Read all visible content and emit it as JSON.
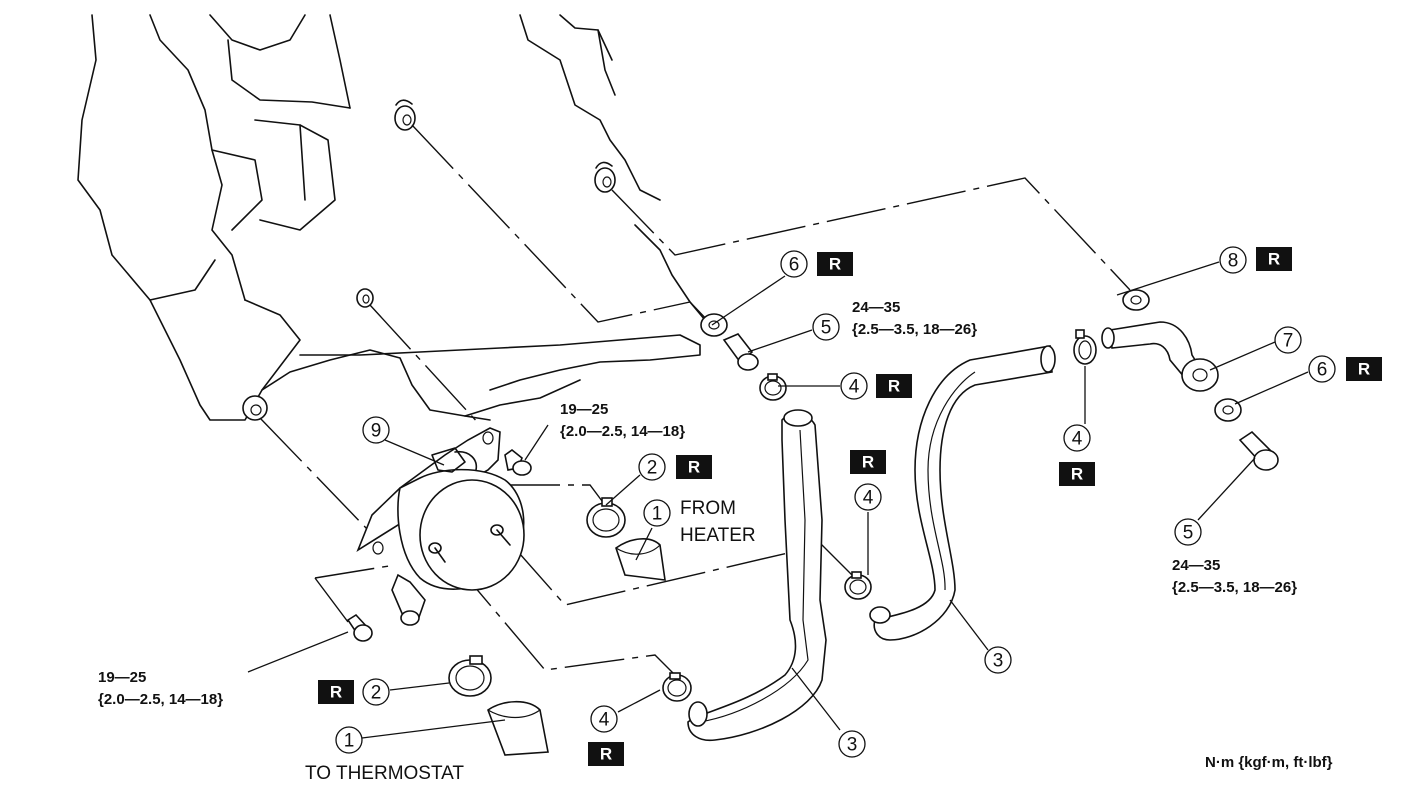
{
  "callouts": {
    "c1a": "1",
    "c1b": "1",
    "c2a": "2",
    "c2b": "2",
    "c3a": "3",
    "c3b": "3",
    "c4a": "4",
    "c4b": "4",
    "c4c": "4",
    "c4d": "4",
    "c5a": "5",
    "c5b": "5",
    "c6a": "6",
    "c6b": "6",
    "c7": "7",
    "c8": "8",
    "c9": "9"
  },
  "replace_mark": "R",
  "labels": {
    "from_heater_line1": "FROM",
    "from_heater_line2": "HEATER",
    "to_thermostat": "TO THERMOSTAT"
  },
  "torques": {
    "upper_mid_line1": "24—35",
    "upper_mid_line2": "{2.5—3.5,  18—26}",
    "right_line1": "24—35",
    "right_line2": "{2.5—3.5,  18—26}",
    "center_line1": "19—25",
    "center_line2": "{2.0—2.5,  14—18}",
    "left_line1": "19—25",
    "left_line2": "{2.0—2.5,  14—18}"
  },
  "units": "N·m {kgf·m, ft·lbf}"
}
